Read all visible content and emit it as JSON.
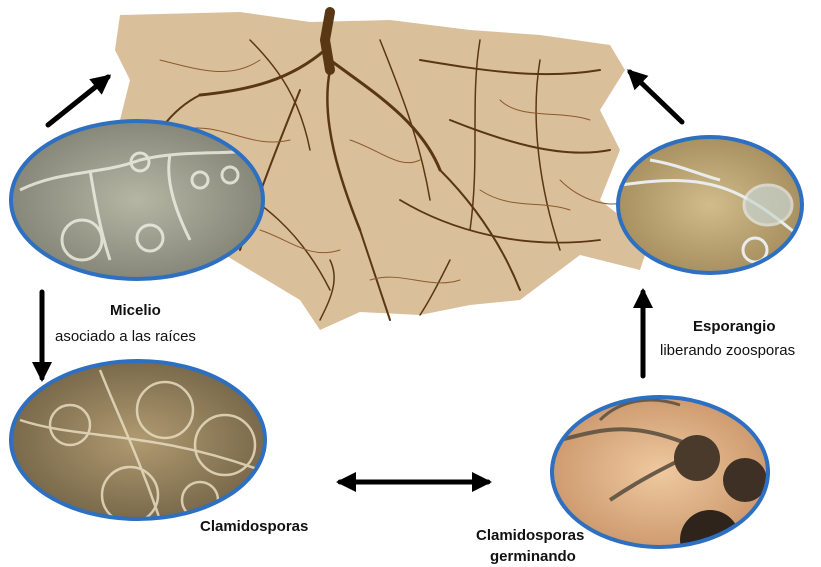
{
  "stages": {
    "micelio": {
      "title": "Micelio",
      "subtitle": "asociado  a las raíces"
    },
    "clamidosporas": {
      "title": "Clamidosporas"
    },
    "germinando": {
      "title_line1": "Clamidosporas",
      "title_line2": "germinando"
    },
    "esporangio": {
      "title": "Esporangio",
      "subtitle": "liberando zoosporas"
    }
  },
  "colors": {
    "root_dark": "#5a3714",
    "root_mid": "#8b5a2b",
    "root_fill": "#d4b48a",
    "ellipse_border": "#2d6fc0",
    "micro_micelio": "#9a9a86",
    "micro_clamidosporas": "#8a7a58",
    "micro_germinando": "#d8a878",
    "micro_esporangio": "#b8a070",
    "arrow": "#000000"
  }
}
